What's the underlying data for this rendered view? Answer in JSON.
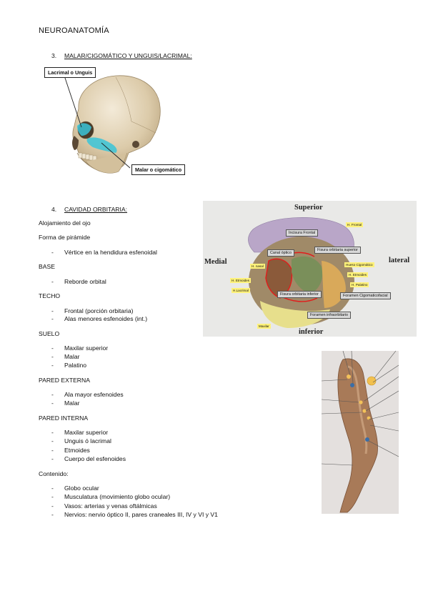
{
  "doc_title": "NEUROANATOMÍA",
  "section3": {
    "num": "3.",
    "label": "MALAR/CIGOMÁTICO Y UNGUIS/LACRIMAL:"
  },
  "skull_fig": {
    "label_lacrimal": "Lacrimal o Unguis",
    "label_malar": "Malar o cigomático"
  },
  "section4": {
    "num": "4.",
    "label": "CAVIDAD ORBITARIA:"
  },
  "lines": {
    "alojamiento": "Alojamiento del ojo",
    "forma": "Forma de pirámide",
    "vertice": "Vértice en la hendidura esfenoidal",
    "base": "BASE",
    "reborde": "Reborde orbital",
    "techo": "TECHO",
    "techo_1": "Frontal (porción orbitaria)",
    "techo_2": "Alas menores esfenoides (int.)",
    "suelo": "SUELO",
    "suelo_1": "Maxilar superior",
    "suelo_2": "Malar",
    "suelo_3": "Palatino",
    "pared_ext": "PARED EXTERNA",
    "ext_1": "Ala mayor esfenoides",
    "ext_2": "Malar",
    "pared_int": "PARED INTERNA",
    "int_1": "Maxilar superior",
    "int_2": "Unguis ó lacrimal",
    "int_3": "Etmoides",
    "int_4": "Cuerpo del esfenoides",
    "contenido": "Contenido:",
    "cont_1": "Globo ocular",
    "cont_2": "Musculatura (movimiento globo ocular)",
    "cont_3": "Vasos: arterias y venas oftálmicas",
    "cont_4": "Nervios: nervio óptico II, pares craneales III, IV y VI y V1"
  },
  "dash": "-",
  "orbit_fig": {
    "superior": "Superior",
    "medial": "Medial",
    "lateral": "lateral",
    "inferior": "inferior",
    "incisura": "Incisura Frontal",
    "canal": "Canal óptico",
    "fisura_sup": "Fisura orbitaria superior",
    "fisura_inf": "Fisura orbitaria inferior",
    "foramen_cig": "Foramen Cigomaticofacial",
    "foramen_inf": "Foramen infraorbitario",
    "h_frontal": "H. Frontal",
    "h_nasal": "H. nasal",
    "h_etmoides_l": "H. Etmoides",
    "h_lacrimal": "H.Lacrimal",
    "hueso_cig": "Hueso Cigomático",
    "h_etmoides_r": "H. Etmoides",
    "h_palatino": "H. Palatino",
    "maxilar": "Maxilar"
  }
}
